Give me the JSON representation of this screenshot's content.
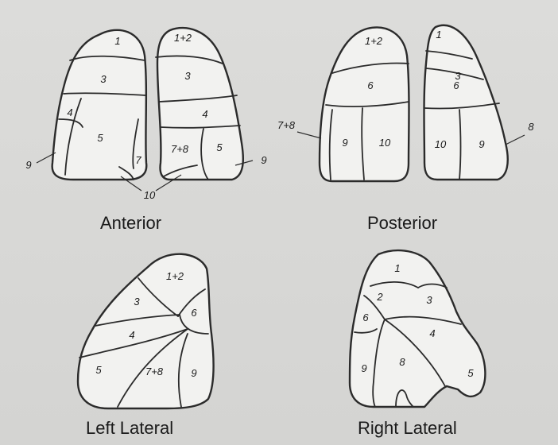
{
  "views": {
    "anterior": {
      "title": "Anterior",
      "left": {
        "s1": "1",
        "s3": "3",
        "s4": "4",
        "s5": "5",
        "s7": "7",
        "s9": "9"
      },
      "right": {
        "s12": "1+2",
        "s3": "3",
        "s4": "4",
        "s78": "7+8",
        "s5": "5",
        "s9": "9"
      },
      "shared": {
        "s10": "10"
      }
    },
    "posterior": {
      "title": "Posterior",
      "left": {
        "s12": "1+2",
        "s6": "6",
        "s78": "7+8",
        "s9": "9",
        "s10": "10"
      },
      "right": {
        "s1": "1",
        "s3": "3",
        "s6": "6",
        "s8": "8",
        "s10": "10",
        "s9": "9"
      }
    },
    "left_lateral": {
      "title": "Left Lateral",
      "segments": {
        "s12": "1+2",
        "s3": "3",
        "s6": "6",
        "s4": "4",
        "s5": "5",
        "s78": "7+8",
        "s9": "9"
      }
    },
    "right_lateral": {
      "title": "Right Lateral",
      "segments": {
        "s1": "1",
        "s2": "2",
        "s3": "3",
        "s6": "6",
        "s4": "4",
        "s9": "9",
        "s8": "8",
        "s5": "5"
      }
    }
  }
}
